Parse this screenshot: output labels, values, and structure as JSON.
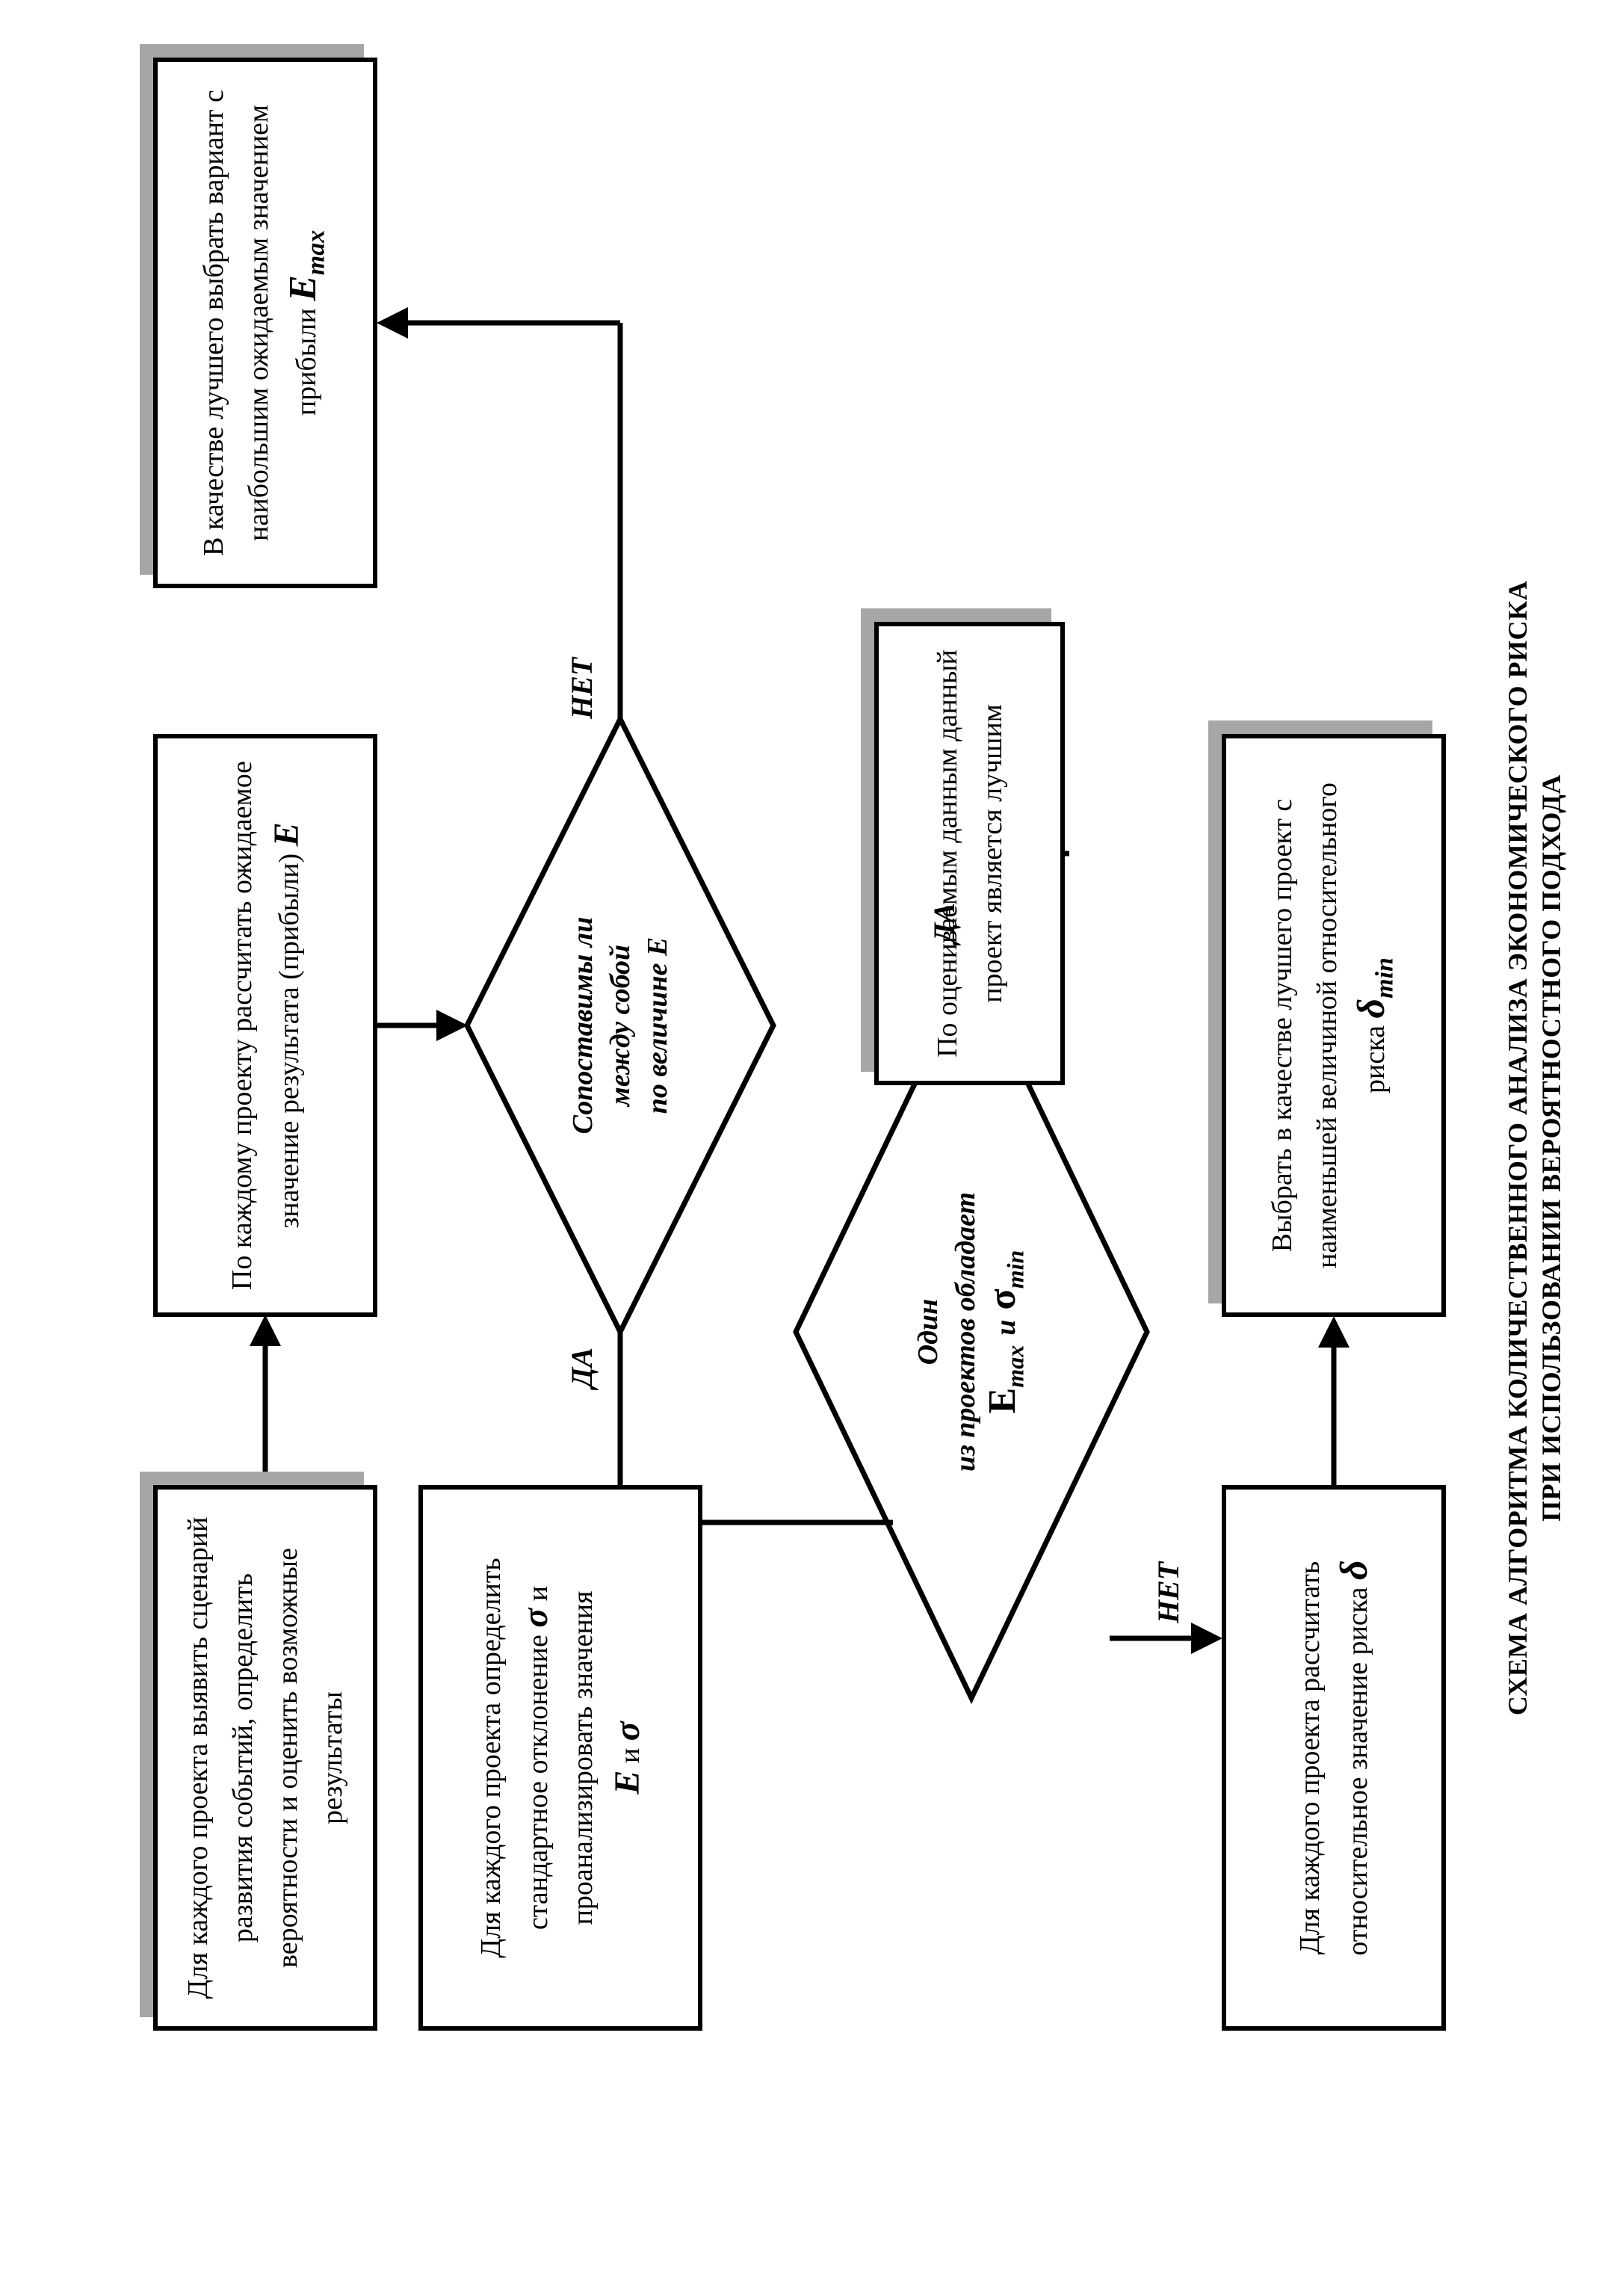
{
  "diagram": {
    "boxes": {
      "b1": {
        "text": "Для каждого проекта выявить сценарий развития событий, определить вероятности и оценить возможные результаты"
      },
      "b2": {
        "text": "По каждому проекту рассчитать ожидаемое значение результата (прибыли)",
        "symbol": "E"
      },
      "b3": {
        "text": "В качестве лучшего выбрать вариант с наибольшим ожидаемым значением прибыли",
        "symbol": "E",
        "sub": "max"
      },
      "b4": {
        "text": "Для каждого проекта определить стандартное отклонение",
        "sym1": "σ",
        "and1": "и",
        "text2": "проанализировать значения",
        "sym2": "E",
        "and2": "и",
        "sym3": "σ"
      },
      "b5": {
        "text": "По оцениваемым данным данный проект является лучшим"
      },
      "b6": {
        "text": "Для каждого проекта рассчитать относительное значение риска",
        "symbol": "δ"
      },
      "b7": {
        "text": "Выбрать в качестве лучшего проект с наименьшей величиной относительного риска",
        "symbol": "δ",
        "sub": "min"
      }
    },
    "decisions": {
      "d1": {
        "line1": "Сопоставимы ли",
        "line2": "между собой",
        "line3": "по величине",
        "symbol": "E"
      },
      "d2": {
        "line1": "Один",
        "line2": "из проектов обладает",
        "sym1": "E",
        "sub1": "max",
        "and": "и",
        "sym2": "σ",
        "sub2": "min"
      }
    },
    "labels": {
      "d1_no": "НЕТ",
      "d1_yes": "ДА",
      "d2_yes": "ДА",
      "d2_no": "НЕТ"
    },
    "title": {
      "line1": "СХЕМА АЛГОРИТМА КОЛИЧЕСТВЕННОГО АНАЛИЗА ЭКОНОМИЧЕСКОГО РИСКА",
      "line2": "ПРИ ИСПОЛЬЗОВАНИИ ВЕРОЯТНОСТНОГО ПОДХОДА"
    }
  }
}
